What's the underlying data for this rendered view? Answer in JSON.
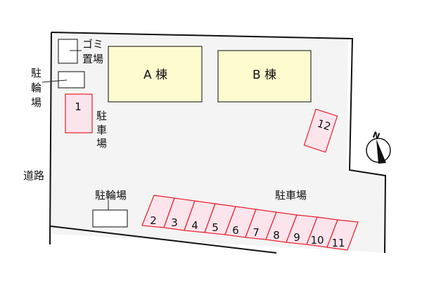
{
  "colors": {
    "background": "#ffffff",
    "site_fill": "#f4f4f4",
    "site_border": "#111111",
    "building_fill": "#fefccf",
    "building_border": "#333333",
    "parking_fill": "#fce4ec",
    "parking_border": "#e8202a",
    "facility_fill": "#ffffff"
  },
  "buildings": [
    {
      "id": "A",
      "label": "A 棟"
    },
    {
      "id": "B",
      "label": "B 棟"
    }
  ],
  "labels": {
    "garbage_line1": "ゴミ",
    "garbage_line2": "置場",
    "bike_parking_vertical": [
      "駐",
      "輪",
      "場"
    ],
    "car_parking_vertical": [
      "駐",
      "車",
      "場"
    ],
    "road": "道路",
    "bike_parking_bottom": "駐輪場",
    "car_parking_bottom": "駐車場"
  },
  "compass": {
    "label": "N",
    "icon": "north-arrow-icon"
  },
  "parking_spaces": [
    {
      "number": "1"
    },
    {
      "number": "2"
    },
    {
      "number": "3"
    },
    {
      "number": "4"
    },
    {
      "number": "5"
    },
    {
      "number": "6"
    },
    {
      "number": "7"
    },
    {
      "number": "8"
    },
    {
      "number": "9"
    },
    {
      "number": "10"
    },
    {
      "number": "11"
    },
    {
      "number": "12"
    }
  ]
}
